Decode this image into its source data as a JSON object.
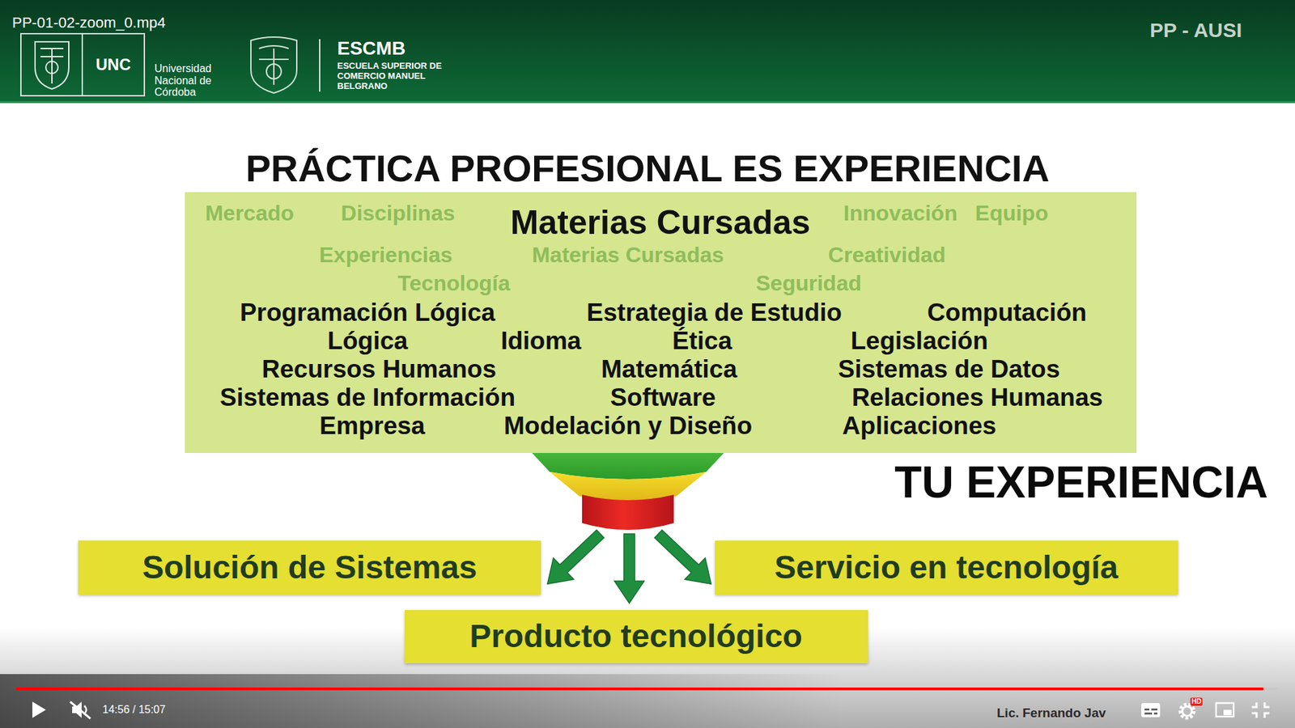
{
  "diagram": {
    "title": "PRÁCTICA PROFESIONAL ES EXPERIENCIA",
    "nodes": [
      {
        "text": [
          "Materias Cursadas",
          "Programación Lógica",
          "Estrategia de Estudio",
          "Computación",
          "Lógica",
          "Idioma",
          "Ética",
          "Legislación",
          "Recursos Humanos",
          "Matemática",
          "Sistemas de Datos",
          "Sistemas de Información",
          "Software",
          "Relaciones Humanas",
          "Empresa",
          "Modelación y Diseño",
          "Aplicaciones"
        ]
      },
      {
        "text": [
          "Solución de Sistemas"
        ]
      },
      {
        "text": [
          "Servicio en tecnología"
        ]
      },
      {
        "text": [
          "Producto tecnológico"
        ]
      }
    ],
    "labels": [
      "PP-01-02-zoom_0.mp4",
      "UNC",
      "Universidad Nacional de Córdoba",
      "ESCMB",
      "ESCUELA SUPERIOR DE COMERCIO MANUEL BELGRANO",
      "PP - AUSI",
      "Mercado",
      "Disciplinas",
      "Innovación",
      "Equipo",
      "Experiencias",
      "Materias Cursadas",
      "Creatividad",
      "Tecnología",
      "Seguridad",
      "TU EXPERIENCIA",
      "Lic. Fernando Jav",
      "14:56 / 15:07",
      "HD"
    ]
  }
}
